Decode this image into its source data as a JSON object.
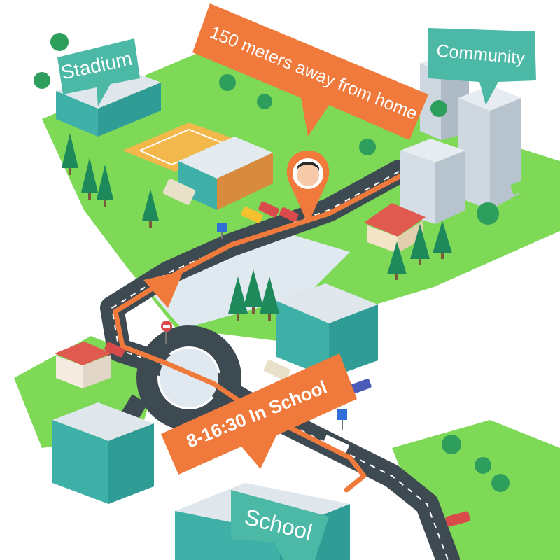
{
  "callouts": {
    "stadium": "Stadium",
    "community": "Community",
    "distance": "150 meters away from home",
    "school_time": "8-16:30 In School",
    "school": "School"
  },
  "colors": {
    "orange": "#F07A3C",
    "teal": "#4BB9A6",
    "grass": "#7ED957",
    "road": "#3E4A52",
    "building_teal": "#3FB0A8",
    "building_grey": "#C9D3DC"
  },
  "icons": [
    "location-pin-icon",
    "child-avatar-icon",
    "no-entry-sign-icon",
    "pedestrian-crossing-sign-icon",
    "tree-icon",
    "car-icon",
    "bus-icon"
  ]
}
